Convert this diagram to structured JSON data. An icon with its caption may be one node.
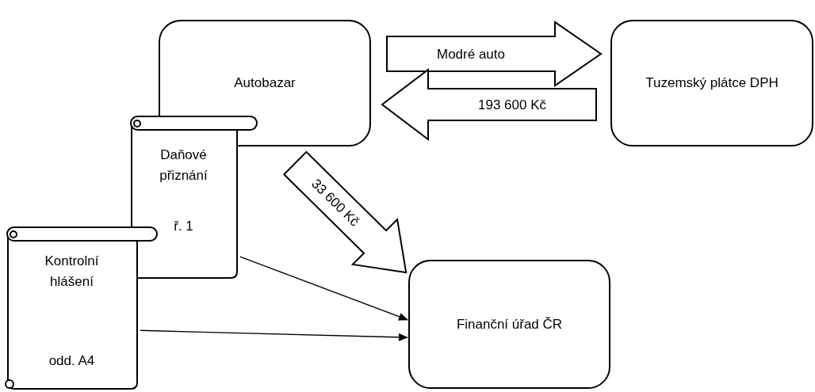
{
  "diagram": {
    "nodes": [
      {
        "text": [
          "Autobazar"
        ]
      },
      {
        "text": [
          "Tuzemský plátce DPH"
        ]
      },
      {
        "text": [
          "Finanční úřad ČR"
        ]
      },
      {
        "text": [
          "Daňové přiznání",
          "ř. 1"
        ]
      },
      {
        "text": [
          "Kontrolní hlášení",
          "odd. A4"
        ]
      }
    ],
    "edges": [
      {
        "from": 0,
        "to": 1,
        "arrow": "to",
        "label": "Modré auto",
        "style": "thick"
      },
      {
        "from": 1,
        "to": 0,
        "arrow": "to",
        "label": "193 600 Kč",
        "style": "thick"
      },
      {
        "from": 0,
        "to": 2,
        "arrow": "to",
        "label": "33 600 Kč",
        "style": "thick"
      },
      {
        "from": 3,
        "to": 2,
        "arrow": "to"
      },
      {
        "from": 4,
        "to": 2,
        "arrow": "to"
      }
    ]
  }
}
